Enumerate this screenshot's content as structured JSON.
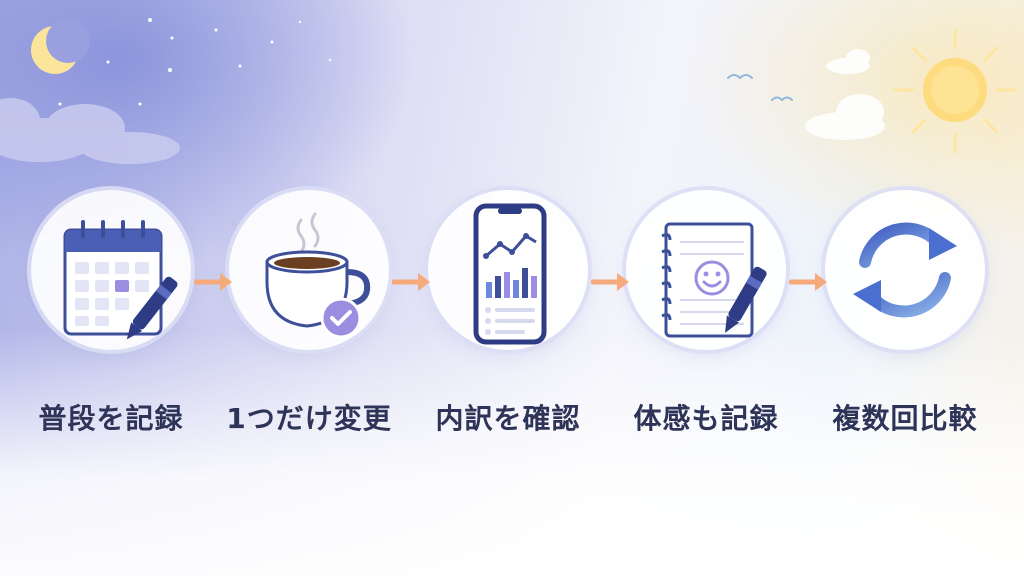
{
  "steps": [
    {
      "label": "普段を記録",
      "icon": "calendar-pen-icon"
    },
    {
      "label": "1つだけ変更",
      "icon": "coffee-check-icon"
    },
    {
      "label": "内訳を確認",
      "icon": "phone-chart-icon"
    },
    {
      "label": "体感も記録",
      "icon": "notebook-smile-icon"
    },
    {
      "label": "複数回比較",
      "icon": "cycle-arrows-icon"
    }
  ],
  "colors": {
    "navy": "#3d4f99",
    "arrow": "#f6a97a",
    "accent_purple": "#9b8ee0",
    "blue": "#4a6fd0"
  }
}
